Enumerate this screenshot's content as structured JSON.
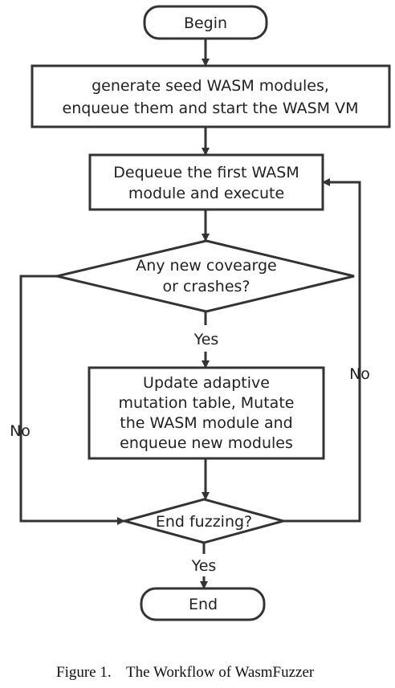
{
  "nodes": {
    "begin": "Begin",
    "init": [
      "generate seed WASM modules,",
      "enqueue them and start the WASM VM"
    ],
    "dequeue": [
      "Dequeue the first WASM",
      "module and execute"
    ],
    "decision_coverage": [
      "Any new covearge",
      "or crashes?"
    ],
    "update": [
      "Update adaptive",
      "mutation table, Mutate",
      "the WASM module and",
      "enqueue new modules"
    ],
    "decision_end": "End fuzzing?",
    "end": "End"
  },
  "edges": {
    "coverage_yes": "Yes",
    "coverage_no": "No",
    "end_no": "No",
    "end_yes": "Yes"
  },
  "caption": {
    "figure": "Figure 1.",
    "title": "The Workflow of WasmFuzzer"
  },
  "colors": {
    "stroke": "#333333",
    "text": "#222222"
  }
}
